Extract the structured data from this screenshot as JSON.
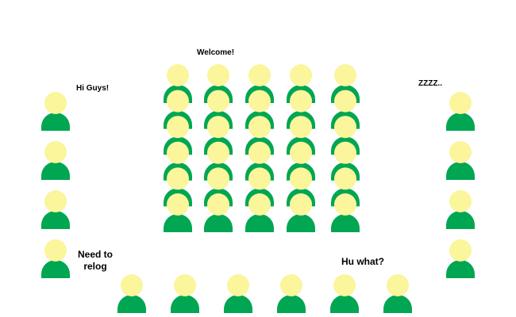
{
  "colors": {
    "head": "#fbf59c",
    "body": "#00a651",
    "background": "#ffffff",
    "text": "#000000"
  },
  "captions": {
    "welcome": "Welcome!",
    "hi_guys": "Hi Guys!",
    "zzzz": "ZZZZ..",
    "need_to_relog": "Need to relog",
    "hu_what": "Hu what?"
  },
  "figure_groups": {
    "center_grid": {
      "rows": 6,
      "columns": 5
    },
    "left_column": {
      "count": 4
    },
    "right_column": {
      "count": 4
    },
    "bottom_row": {
      "count": 6
    }
  }
}
